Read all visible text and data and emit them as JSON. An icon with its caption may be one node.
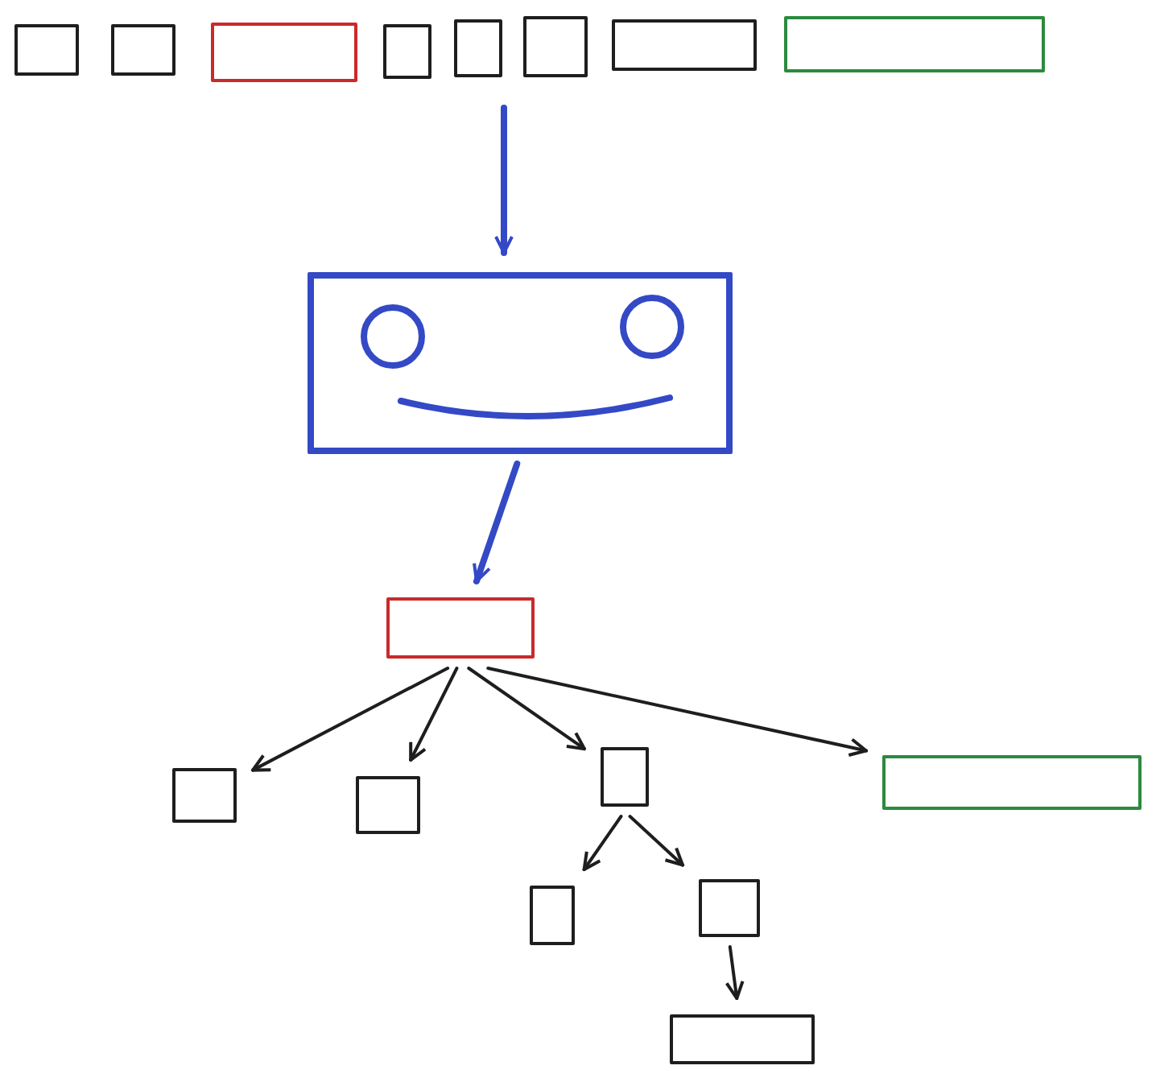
{
  "diagram": {
    "nodes": [
      {
        "text": [],
        "shape": "box"
      },
      {
        "text": [],
        "shape": "box"
      },
      {
        "text": [],
        "shape": "box"
      },
      {
        "text": [],
        "shape": "box"
      },
      {
        "text": [],
        "shape": "box"
      },
      {
        "text": [],
        "shape": "box"
      },
      {
        "text": [],
        "shape": "box"
      },
      {
        "text": [],
        "shape": "box"
      },
      {
        "text": [],
        "shape": "box"
      },
      {
        "text": [],
        "shape": "box"
      },
      {
        "text": [],
        "shape": "box"
      },
      {
        "text": [],
        "shape": "box"
      },
      {
        "text": [],
        "shape": "box"
      },
      {
        "text": [],
        "shape": "box"
      },
      {
        "text": [],
        "shape": "box"
      },
      {
        "text": [],
        "shape": "box"
      },
      {
        "text": [],
        "shape": "box"
      }
    ],
    "edges": [
      {
        "from": null,
        "to": 8,
        "arrow": "to",
        "style": "thick",
        "color": "#3449c6"
      },
      {
        "from": 8,
        "to": 9,
        "arrow": "to",
        "style": "thick",
        "color": "#3449c6"
      },
      {
        "from": 9,
        "to": 10,
        "arrow": "to"
      },
      {
        "from": 9,
        "to": 11,
        "arrow": "to"
      },
      {
        "from": 9,
        "to": 12,
        "arrow": "to"
      },
      {
        "from": 9,
        "to": 13,
        "arrow": "to"
      },
      {
        "from": 12,
        "to": 14,
        "arrow": "to"
      },
      {
        "from": 12,
        "to": 15,
        "arrow": "to"
      },
      {
        "from": 15,
        "to": 16,
        "arrow": "to"
      }
    ]
  }
}
